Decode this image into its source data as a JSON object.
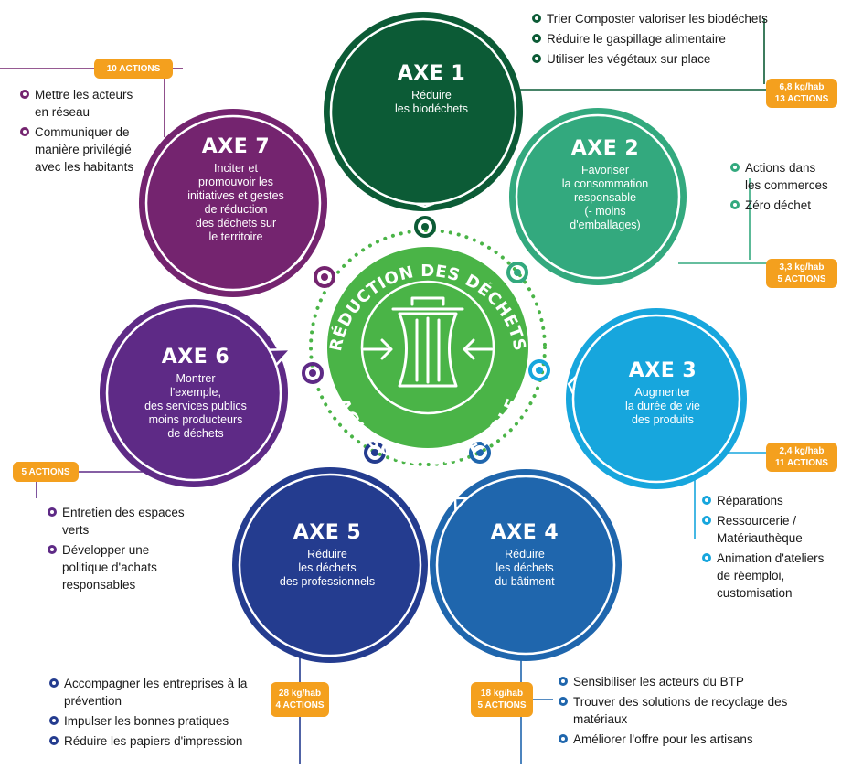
{
  "center": {
    "top_text": "RÉDUCTION DES DÉCHETS",
    "bottom_text": "AGISSONS ENSEMBLE",
    "icon": "trash-bin-compress-icon"
  },
  "colors": {
    "axe1": "#0c5b36",
    "axe2": "#33a97e",
    "axe3": "#17a6dd",
    "axe4": "#1f66ad",
    "axe5": "#243c8f",
    "axe6": "#5e2a86",
    "axe7": "#74246f",
    "center": "#4ab447",
    "badge": "#f4a01e"
  },
  "axes": [
    {
      "id": "axe1",
      "title": "AXE 1",
      "subtitle": [
        "Réduire",
        "les biodéchets"
      ],
      "actions": [
        "Trier Composter valoriser les biodéchets",
        "Réduire le gaspillage alimentaire",
        "Utiliser les végétaux sur place"
      ],
      "badge": [
        "6,8 kg/hab",
        "13 ACTIONS"
      ]
    },
    {
      "id": "axe2",
      "title": "AXE 2",
      "subtitle": [
        "Favoriser",
        "la consommation",
        "responsable",
        "(- moins",
        "d'emballages)"
      ],
      "actions": [
        "Actions dans les commerces",
        "Zéro déchet"
      ],
      "badge": [
        "3,3 kg/hab",
        "5 ACTIONS"
      ]
    },
    {
      "id": "axe3",
      "title": "AXE 3",
      "subtitle": [
        "Augmenter",
        "la durée de vie",
        "des produits"
      ],
      "actions": [
        "Réparations",
        "Ressourcerie / Matériauthèque",
        "Animation d'ateliers de réemploi, customisation"
      ],
      "badge": [
        "2,4 kg/hab",
        "11 ACTIONS"
      ]
    },
    {
      "id": "axe4",
      "title": "AXE 4",
      "subtitle": [
        "Réduire",
        "les déchets",
        "du bâtiment"
      ],
      "actions": [
        "Sensibiliser les acteurs du BTP",
        "Trouver des solutions de recyclage des matériaux",
        "Améliorer l'offre pour les artisans"
      ],
      "badge": [
        "18 kg/hab",
        "5 ACTIONS"
      ]
    },
    {
      "id": "axe5",
      "title": "AXE 5",
      "subtitle": [
        "Réduire",
        "les déchets",
        "des professionnels"
      ],
      "actions": [
        "Accompagner les entreprises à la prévention",
        "Impulser les bonnes pratiques",
        "Réduire les papiers d'impression"
      ],
      "badge": [
        "28 kg/hab",
        "4 ACTIONS"
      ]
    },
    {
      "id": "axe6",
      "title": "AXE 6",
      "subtitle": [
        "Montrer",
        "l'exemple,",
        "des services publics",
        "moins producteurs",
        "de déchets"
      ],
      "actions": [
        "Entretien des espaces verts",
        "Développer une politique d'achats responsables"
      ],
      "badge": [
        "5 ACTIONS"
      ]
    },
    {
      "id": "axe7",
      "title": "AXE 7",
      "subtitle": [
        "Inciter et",
        "promouvoir les",
        "initiatives et gestes",
        "de réduction",
        "des déchets sur",
        "le territoire"
      ],
      "actions": [
        "Mettre les acteurs en réseau",
        "Communiquer de manière privilégié avec les habitants"
      ],
      "badge": [
        "10 ACTIONS"
      ]
    }
  ]
}
